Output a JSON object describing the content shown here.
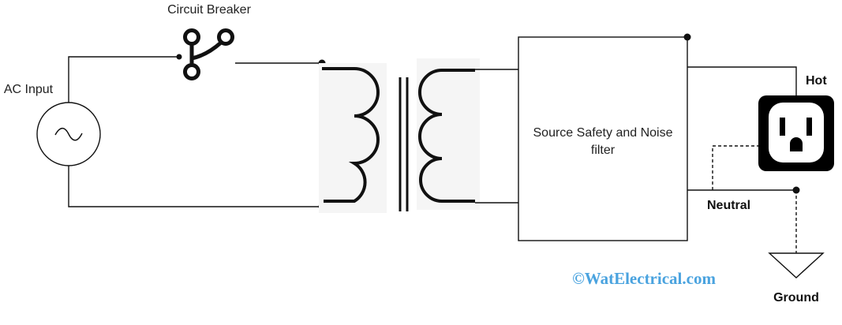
{
  "labels": {
    "circuit_breaker": "Circuit Breaker",
    "ac_input": "AC Input",
    "filter_line1": "Source Safety and Noise",
    "filter_line2": "filter",
    "hot": "Hot",
    "neutral": "Neutral",
    "ground": "Ground"
  },
  "watermark": "©WatElectrical.com",
  "colors": {
    "wire": "#111111",
    "watermark": "#4aa3df",
    "outlet_body": "#000000",
    "transformer_bg": "#f5f5f5"
  },
  "icons": {
    "source": "ac-source-icon",
    "breaker": "circuit-breaker-icon",
    "transformer": "transformer-icon",
    "outlet": "outlet-icon",
    "ground": "ground-symbol-icon"
  }
}
